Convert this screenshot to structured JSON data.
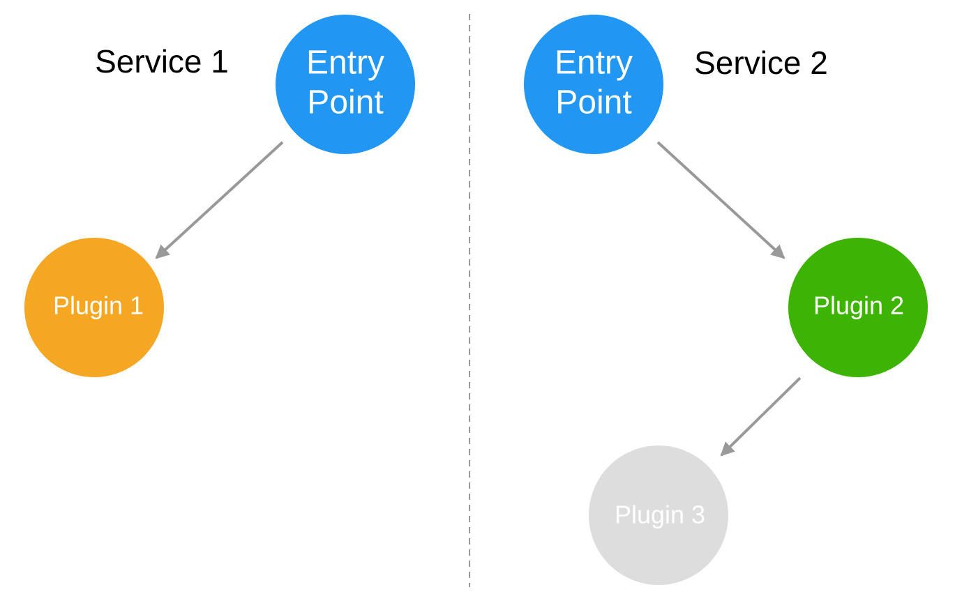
{
  "services": [
    {
      "label": "Service 1",
      "entry_point": {
        "line1": "Entry",
        "line2": "Point",
        "color": "#2196F3"
      },
      "plugins": [
        {
          "label": "Plugin 1",
          "color": "#F5A623"
        }
      ]
    },
    {
      "label": "Service 2",
      "entry_point": {
        "line1": "Entry",
        "line2": "Point",
        "color": "#2196F3"
      },
      "plugins": [
        {
          "label": "Plugin 2",
          "color": "#3DB304"
        },
        {
          "label": "Plugin 3",
          "color": "#DDDDDD"
        }
      ]
    }
  ],
  "colors": {
    "arrow": "#999999",
    "divider": "#999999",
    "node_text": "#FFFFFF",
    "service_text": "#000000"
  }
}
